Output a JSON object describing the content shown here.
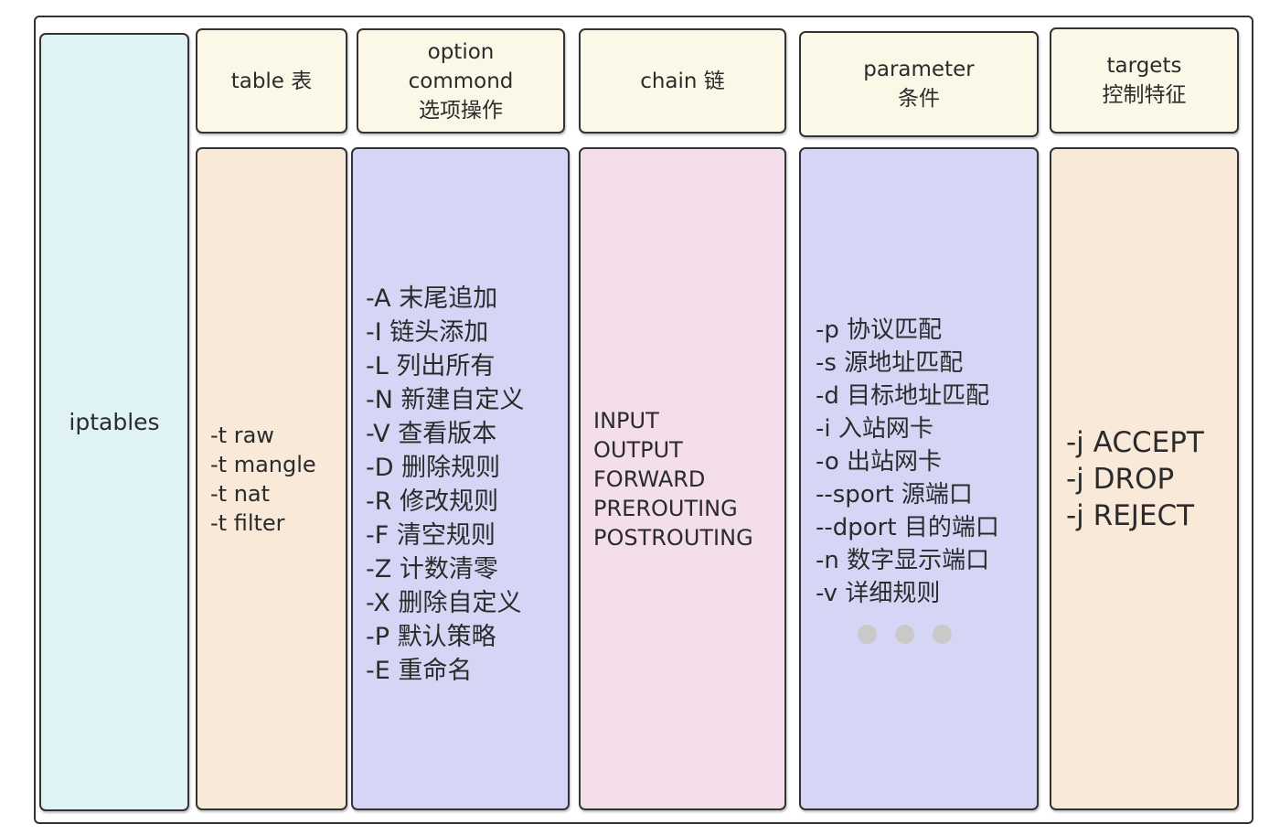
{
  "title": "iptables",
  "columns": [
    {
      "header": [
        "table 表"
      ],
      "items": [
        "-t raw",
        "-t mangle",
        "-t nat",
        "-t filter"
      ]
    },
    {
      "header": [
        "option",
        "commond",
        "选项操作"
      ],
      "items": [
        "-A 末尾追加",
        "-I  链头添加",
        "-L 列出所有",
        "-N 新建自定义",
        "-V 查看版本",
        "-D 删除规则",
        "-R 修改规则",
        "-F 清空规则",
        "-Z 计数清零",
        "-X 删除自定义",
        "-P 默认策略",
        "-E 重命名"
      ]
    },
    {
      "header": [
        "chain 链"
      ],
      "items": [
        "INPUT",
        "OUTPUT",
        "FORWARD",
        "PREROUTING",
        "POSTROUTING"
      ]
    },
    {
      "header": [
        "parameter",
        "条件"
      ],
      "items": [
        "-p 协议匹配",
        "-s  源地址匹配",
        "-d 目标地址匹配",
        "-i  入站网卡",
        "-o 出站网卡",
        "--sport 源端口",
        "--dport 目的端口",
        "-n 数字显示端口",
        "-v 详细规则"
      ]
    },
    {
      "header": [
        "targets",
        "控制特征"
      ],
      "items": [
        "-j ACCEPT",
        "-j DROP",
        "-j REJECT"
      ]
    }
  ],
  "colors": {
    "title_bg": "#dff2f6",
    "header_bg": "#fcf8e8",
    "table_bg": "#f8e9d8",
    "option_bg": "#d5d6f6",
    "chain_bg": "#f5deec",
    "parameter_bg": "#d5d6f6",
    "targets_bg": "#f8e9d8",
    "dots": "#c9c9c9"
  }
}
